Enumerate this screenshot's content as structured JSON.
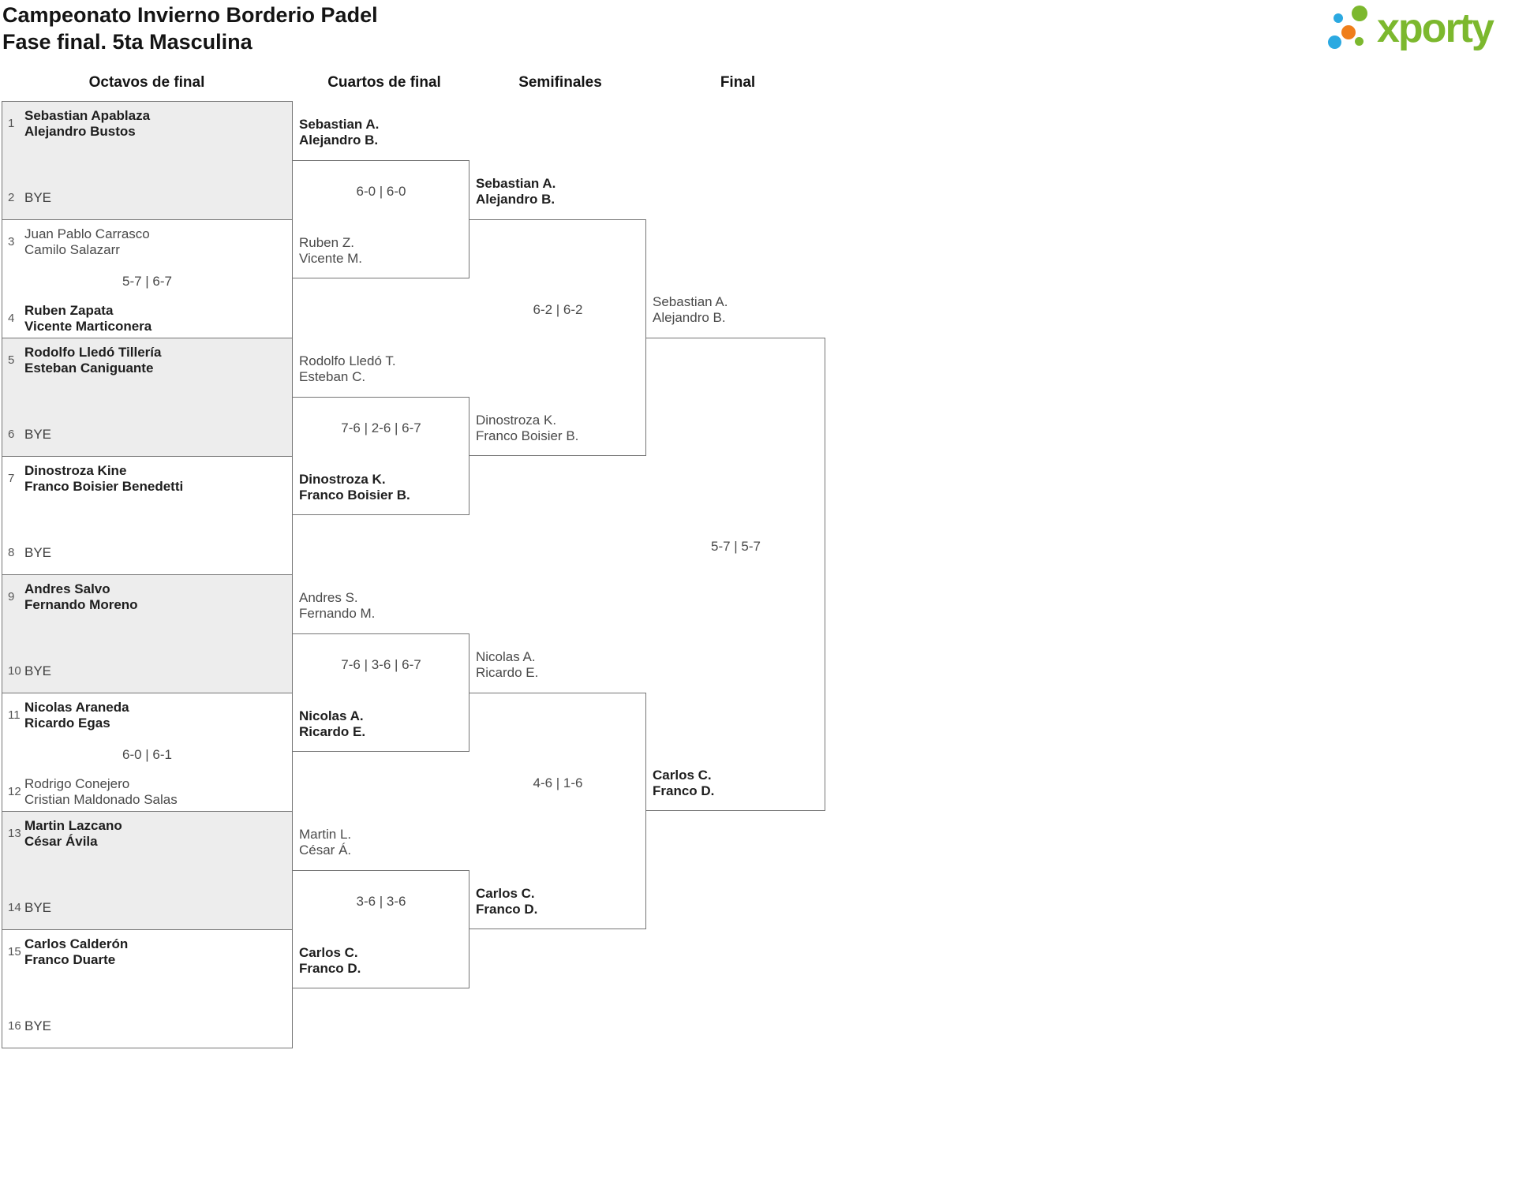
{
  "page": {
    "title_line1": "Campeonato Invierno Borderio Padel",
    "title_line2": "Fase final. 5ta Masculina"
  },
  "logo": {
    "text": "xporty",
    "green": "#7cb82e",
    "blue": "#2ba9e1",
    "orange": "#ef7e1a"
  },
  "round_headers": [
    "Octavos de final",
    "Cuartos de final",
    "Semifinales",
    "Final"
  ],
  "bracket": {
    "octavos": [
      {
        "shaded": true,
        "score": "",
        "top": {
          "seed": "1",
          "lines": [
            "Sebastian Apablaza",
            "Alejandro Bustos"
          ],
          "bold": true
        },
        "bottom": {
          "seed": "2",
          "bye": true,
          "label": "BYE"
        }
      },
      {
        "shaded": false,
        "score": "5-7 | 6-7",
        "top": {
          "seed": "3",
          "lines": [
            "Juan Pablo Carrasco",
            "Camilo Salazarr"
          ],
          "bold": false
        },
        "bottom": {
          "seed": "4",
          "lines": [
            "Ruben Zapata",
            "Vicente Marticonera"
          ],
          "bold": true
        }
      },
      {
        "shaded": true,
        "score": "",
        "top": {
          "seed": "5",
          "lines": [
            "Rodolfo Lledó Tillería",
            "Esteban Caniguante"
          ],
          "bold": true
        },
        "bottom": {
          "seed": "6",
          "bye": true,
          "label": "BYE"
        }
      },
      {
        "shaded": false,
        "score": "",
        "top": {
          "seed": "7",
          "lines": [
            "Dinostroza Kine",
            "Franco Boisier Benedetti"
          ],
          "bold": true
        },
        "bottom": {
          "seed": "8",
          "bye": true,
          "label": "BYE"
        }
      },
      {
        "shaded": true,
        "score": "",
        "top": {
          "seed": "9",
          "lines": [
            "Andres Salvo",
            "Fernando Moreno"
          ],
          "bold": true
        },
        "bottom": {
          "seed": "10",
          "bye": true,
          "label": "BYE"
        }
      },
      {
        "shaded": false,
        "score": "6-0 | 6-1",
        "top": {
          "seed": "11",
          "lines": [
            "Nicolas Araneda",
            "Ricardo Egas"
          ],
          "bold": true
        },
        "bottom": {
          "seed": "12",
          "lines": [
            "Rodrigo Conejero",
            "Cristian Maldonado Salas"
          ],
          "bold": false
        }
      },
      {
        "shaded": true,
        "score": "",
        "top": {
          "seed": "13",
          "lines": [
            "Martin Lazcano",
            "César Ávila"
          ],
          "bold": true
        },
        "bottom": {
          "seed": "14",
          "bye": true,
          "label": "BYE"
        }
      },
      {
        "shaded": false,
        "score": "",
        "top": {
          "seed": "15",
          "lines": [
            "Carlos Calderón",
            "Franco Duarte"
          ],
          "bold": true
        },
        "bottom": {
          "seed": "16",
          "bye": true,
          "label": "BYE"
        }
      }
    ],
    "cuartos": [
      {
        "score": "6-0 | 6-0",
        "top": {
          "lines": [
            "Sebastian A.",
            "Alejandro B."
          ],
          "bold": true
        },
        "bottom": {
          "lines": [
            "Ruben Z.",
            "Vicente M."
          ],
          "bold": false
        }
      },
      {
        "score": "7-6 | 2-6 | 6-7",
        "top": {
          "lines": [
            "Rodolfo Lledó T.",
            "Esteban C."
          ],
          "bold": false
        },
        "bottom": {
          "lines": [
            "Dinostroza K.",
            "Franco Boisier B."
          ],
          "bold": true
        }
      },
      {
        "score": "7-6 | 3-6 | 6-7",
        "top": {
          "lines": [
            "Andres S.",
            "Fernando M."
          ],
          "bold": false
        },
        "bottom": {
          "lines": [
            "Nicolas A.",
            "Ricardo E."
          ],
          "bold": true
        }
      },
      {
        "score": "3-6 | 3-6",
        "top": {
          "lines": [
            "Martin L.",
            "César Á."
          ],
          "bold": false
        },
        "bottom": {
          "lines": [
            "Carlos C.",
            "Franco D."
          ],
          "bold": true
        }
      }
    ],
    "semifinales": [
      {
        "score": "6-2 | 6-2",
        "top": {
          "lines": [
            "Sebastian A.",
            "Alejandro B."
          ],
          "bold": true
        },
        "bottom": {
          "lines": [
            "Dinostroza K.",
            "Franco Boisier B."
          ],
          "bold": false
        }
      },
      {
        "score": "4-6 | 1-6",
        "top": {
          "lines": [
            "Nicolas A.",
            "Ricardo E."
          ],
          "bold": false
        },
        "bottom": {
          "lines": [
            "Carlos C.",
            "Franco D."
          ],
          "bold": true
        }
      }
    ],
    "final": [
      {
        "score": "5-7 | 5-7",
        "top": {
          "lines": [
            "Sebastian A.",
            "Alejandro B."
          ],
          "bold": false
        },
        "bottom": {
          "lines": [
            "Carlos C.",
            "Franco D."
          ],
          "bold": true
        }
      }
    ]
  }
}
